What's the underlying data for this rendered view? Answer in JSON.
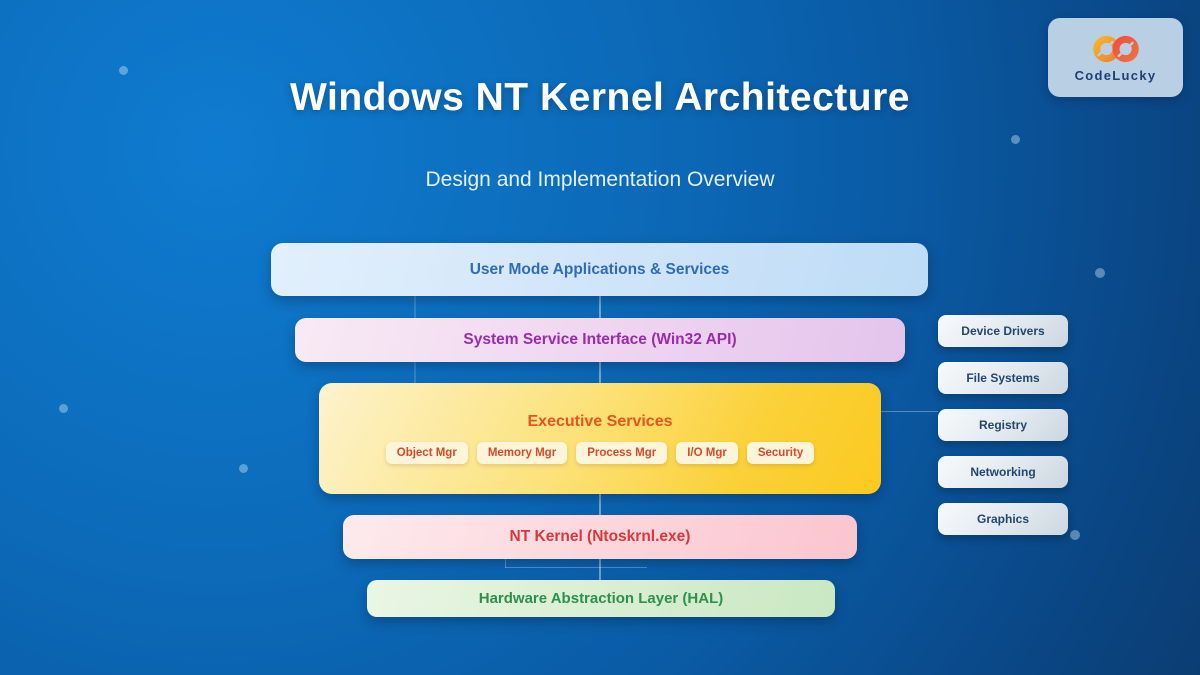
{
  "slide": {
    "title": "Windows NT Kernel Architecture",
    "subtitle": "Design and Implementation Overview"
  },
  "logo": {
    "text": "CodeLucky",
    "icon": "infinity-leaf-icon"
  },
  "diagram": {
    "layers": [
      {
        "id": "user-mode",
        "label": "User Mode Applications & Services",
        "text_color": "#2e6db5",
        "box_color": "#cfe4f9"
      },
      {
        "id": "system-service",
        "label": "System Service Interface (Win32 API)",
        "text_color": "#9a2bad",
        "box_color": "#eed2f0"
      },
      {
        "id": "executive",
        "label": "Executive Services",
        "text_color": "#e8541f",
        "box_color": "#fbd139"
      },
      {
        "id": "nt-kernel",
        "label": "NT Kernel (Ntoskrnl.exe)",
        "text_color": "#d5383f",
        "box_color": "#fcd5db"
      },
      {
        "id": "hal",
        "label": "Hardware Abstraction Layer (HAL)",
        "text_color": "#2f8f4e",
        "box_color": "#d8eed1"
      }
    ],
    "executive_components": [
      "Object Mgr",
      "Memory Mgr",
      "Process Mgr",
      "I/O Mgr",
      "Security"
    ],
    "kernel_modules": [
      "Device Drivers",
      "File Systems",
      "Registry",
      "Networking",
      "Graphics"
    ]
  },
  "colors": {
    "background_highlight": "#0f7bd0",
    "background_dark": "#0b3d72",
    "title_text": "#ffffff",
    "logo_card": "#b9cfe3",
    "logo_text": "#1d3f77",
    "logo_gradient_left": "#f7b32b",
    "logo_gradient_right": "#f2503c",
    "module_text": "#24466e"
  }
}
